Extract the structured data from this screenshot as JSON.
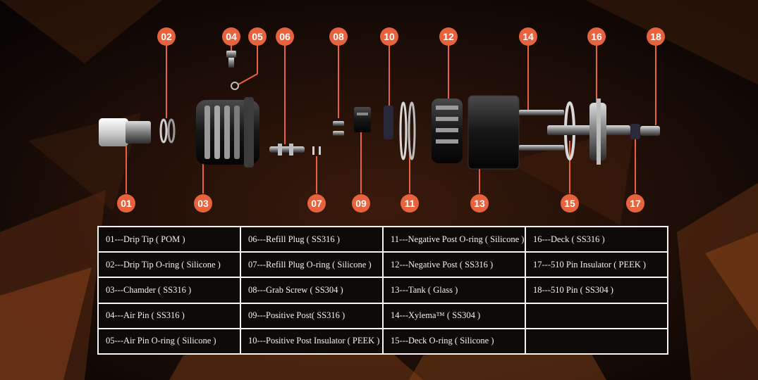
{
  "badges": [
    "01",
    "02",
    "03",
    "04",
    "05",
    "06",
    "07",
    "08",
    "09",
    "10",
    "11",
    "12",
    "13",
    "14",
    "15",
    "16",
    "17",
    "18"
  ],
  "table": {
    "rows": [
      [
        "01---Drip Tip ( POM )",
        "06---Refill Plug ( SS316 )",
        "11---Negative Post O-ring ( Silicone )",
        "16---Deck ( SS316 )"
      ],
      [
        "02---Drip Tip O-ring ( Silicone )",
        "07---Refill Plug O-ring ( Silicone )",
        "12---Negative Post ( SS316 )",
        "17---510 Pin Insulator ( PEEK )"
      ],
      [
        "03---Chamder ( SS316 )",
        "08---Grab Screw ( SS304 )",
        "13---Tank ( Glass )",
        "18---510 Pin ( SS304 )"
      ],
      [
        "04---Air Pin ( SS316 )",
        "09---Positive Post( SS316 )",
        "14---Xylema™ ( SS304 )",
        ""
      ],
      [
        "05---Air Pin O-ring ( Silicone )",
        "10---Positive Post Insulator ( PEEK )",
        "15---Deck O-ring ( Silicone )",
        ""
      ]
    ]
  },
  "colors": {
    "accent": "#e8623d",
    "background": "#0b0705",
    "border": "#f4f4f4"
  }
}
